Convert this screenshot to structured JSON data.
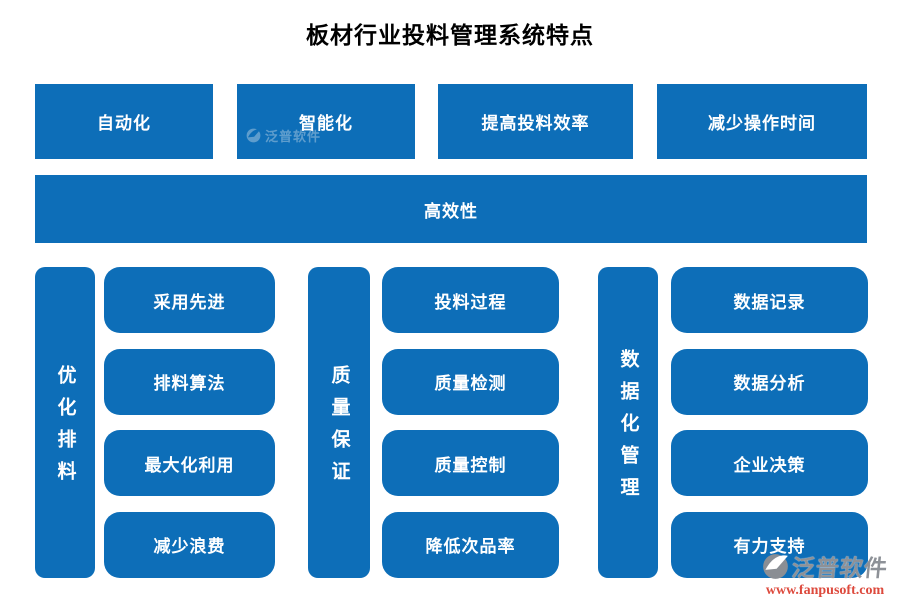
{
  "title": "板材行业投料管理系统特点",
  "colors": {
    "primary": "#0d6eb8",
    "text_on_primary": "#ffffff",
    "title_text": "#000000",
    "watermark_grey": "#8d9197",
    "watermark_red": "#dd4a3d"
  },
  "top_row": [
    "自动化",
    "智能化",
    "提高投料效率",
    "减少操作时间"
  ],
  "banner": "高效性",
  "groups": [
    {
      "header": "优化排料",
      "items": [
        "采用先进",
        "排料算法",
        "最大化利用",
        "减少浪费"
      ]
    },
    {
      "header": "质量保证",
      "items": [
        "投料过程",
        "质量检测",
        "质量控制",
        "降低次品率"
      ]
    },
    {
      "header": "数据化管理",
      "items": [
        "数据记录",
        "数据分析",
        "企业决策",
        "有力支持"
      ]
    }
  ],
  "watermark": {
    "brand": "泛普软件",
    "url": "www.fanpusoft.com"
  },
  "inline_watermark": {
    "brand": "泛普软件"
  }
}
